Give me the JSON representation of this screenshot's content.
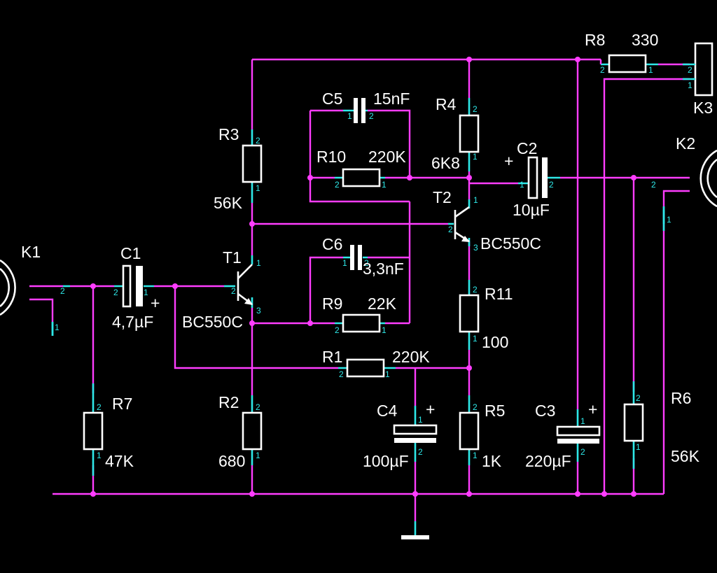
{
  "components": {
    "R1": {
      "ref": "R1",
      "value": "220K"
    },
    "R2": {
      "ref": "R2",
      "value": "680"
    },
    "R3": {
      "ref": "R3",
      "value": "56K"
    },
    "R4": {
      "ref": "R4",
      "value": "6K8"
    },
    "R5": {
      "ref": "R5",
      "value": "1K"
    },
    "R6": {
      "ref": "R6",
      "value": "56K"
    },
    "R7": {
      "ref": "R7",
      "value": "47K"
    },
    "R8": {
      "ref": "R8",
      "value": "330"
    },
    "R9": {
      "ref": "R9",
      "value": "22K"
    },
    "R10": {
      "ref": "R10",
      "value": "220K"
    },
    "R11": {
      "ref": "R11",
      "value": "100"
    },
    "C1": {
      "ref": "C1",
      "value": "4,7µF"
    },
    "C2": {
      "ref": "C2",
      "value": "10µF"
    },
    "C3": {
      "ref": "C3",
      "value": "220µF"
    },
    "C4": {
      "ref": "C4",
      "value": "100µF"
    },
    "C5": {
      "ref": "C5",
      "value": "15nF"
    },
    "C6": {
      "ref": "C6",
      "value": "3,3nF"
    },
    "T1": {
      "ref": "T1",
      "value": "BC550C"
    },
    "T2": {
      "ref": "T2",
      "value": "BC550C"
    },
    "K1": {
      "ref": "K1"
    },
    "K2": {
      "ref": "K2"
    },
    "K3": {
      "ref": "K3"
    }
  },
  "pins": {
    "one": "1",
    "two": "2",
    "three": "3"
  },
  "polarity": {
    "plus": "+"
  },
  "colors": {
    "wire": "#ff3dff",
    "pin": "#2ee8e8",
    "body": "#ffffff",
    "background": "#000000"
  }
}
